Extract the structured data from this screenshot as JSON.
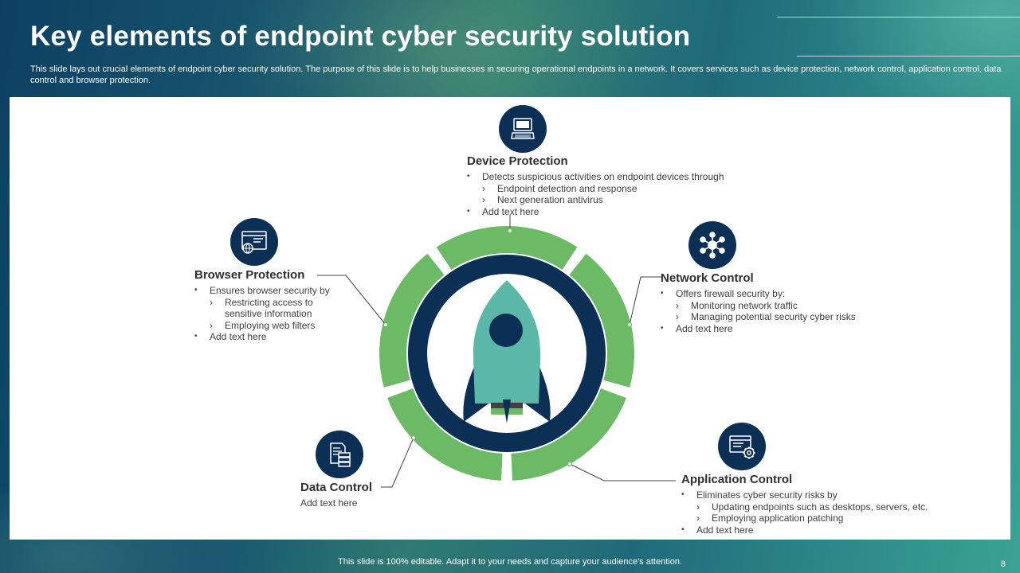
{
  "slide": {
    "title": "Key elements of endpoint cyber security solution",
    "subtitle": "This slide lays out crucial elements of endpoint cyber security solution. The purpose of this slide is to help businesses in securing operational endpoints in a network. It covers services such as device protection, network control, application control, data control and browser protection.",
    "footer": "This slide is 100% editable.  Adapt it to your needs and capture your audience's attention.",
    "page_number": "8"
  },
  "colors": {
    "ring_green": "#6cba66",
    "ring_navy": "#0c2f55",
    "rocket_teal": "#5bb8a8"
  },
  "sections": {
    "device": {
      "title": "Device Protection",
      "icon": "computer-icon",
      "bullet1": "Detects suspicious activities on endpoint devices through",
      "sub1": "Endpoint detection and response",
      "sub2": "Next generation antivirus",
      "bullet2": "Add text here"
    },
    "network": {
      "title": "Network Control",
      "icon": "network-nodes-icon",
      "bullet1": "Offers firewall security by:",
      "sub1": "Monitoring network traffic",
      "sub2": "Managing potential security cyber risks",
      "bullet2": "Add text here"
    },
    "application": {
      "title": "Application Control",
      "icon": "app-settings-icon",
      "bullet1": "Eliminates cyber security risks by",
      "sub1": "Updating endpoints such as desktops, servers, etc.",
      "sub2": "Employing application patching",
      "bullet2": "Add text here"
    },
    "data": {
      "title": "Data Control",
      "icon": "data-server-icon",
      "text": "Add text here"
    },
    "browser": {
      "title": "Browser Protection",
      "icon": "browser-globe-icon",
      "bullet1": "Ensures browser security by",
      "sub1a": "Restricting access to",
      "sub1b": "sensitive information",
      "sub2": "Employing web filters",
      "bullet2": "Add text here"
    }
  }
}
